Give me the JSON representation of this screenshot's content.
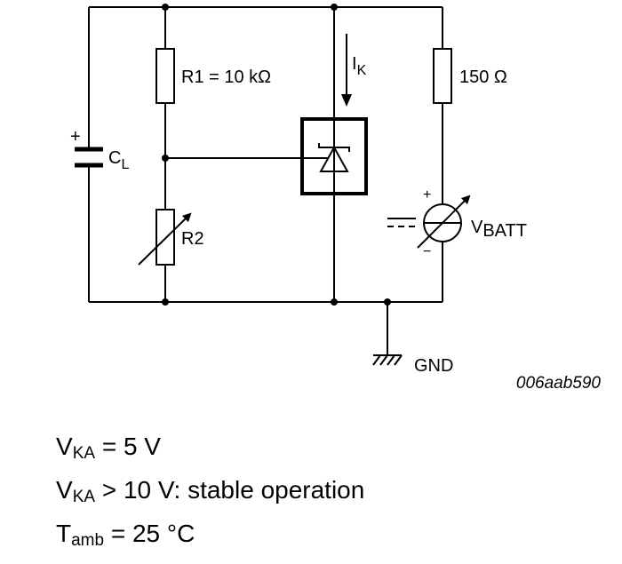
{
  "diagram": {
    "labels": {
      "r1": "R1 = 10 kΩ",
      "r2": "R2",
      "cl_main": "C",
      "cl_sub": "L",
      "ik_main": "I",
      "ik_sub": "K",
      "r150": "150 Ω",
      "vbatt_main": "V",
      "vbatt_sub": "BATT",
      "gnd": "GND",
      "figure_code": "006aab590",
      "cap_plus": "+",
      "meter_plus": "+",
      "meter_minus": "−"
    }
  },
  "conditions": [
    {
      "main": "V",
      "sub": "KA",
      "rest": " = 5 V"
    },
    {
      "main": "V",
      "sub": "KA",
      "rest": " > 10 V: stable operation"
    },
    {
      "main": "T",
      "sub": "amb",
      "rest": " = 25 °C"
    }
  ]
}
